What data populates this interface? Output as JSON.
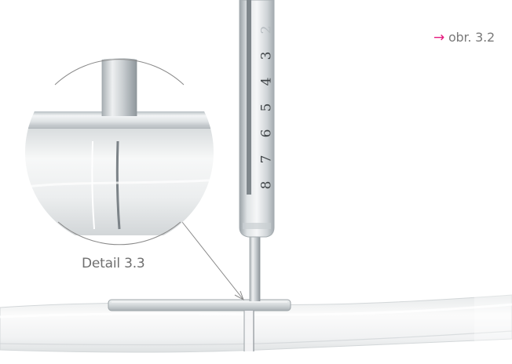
{
  "reference": {
    "arrow": "→",
    "text": "obr. 3.2"
  },
  "detail": {
    "label": "Detail 3.3"
  },
  "gauge": {
    "ticks": [
      "2",
      "3",
      "4",
      "5",
      "6",
      "7",
      "8"
    ]
  },
  "colors": {
    "accent": "#e6197e",
    "label_text": "#6f6f6f",
    "metal_dark": "#8f979c",
    "metal_light": "#f2f4f5"
  }
}
